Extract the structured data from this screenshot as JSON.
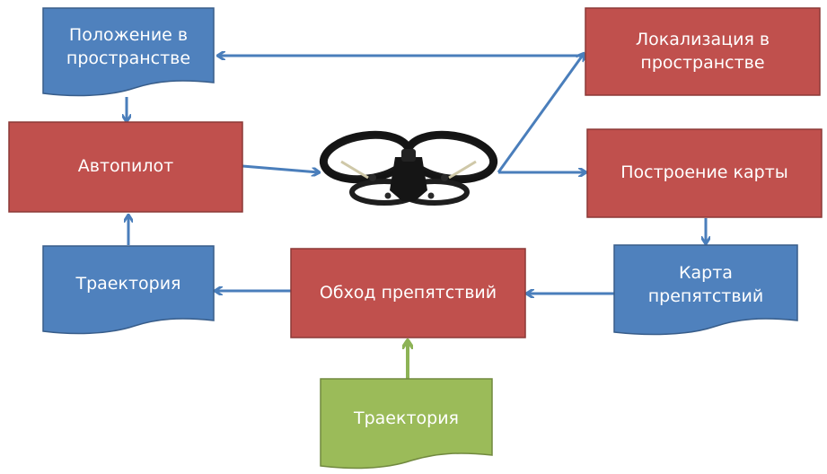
{
  "colors": {
    "process_fill": "#c0504d",
    "process_stroke": "#8c3836",
    "document_fill": "#4f81bd",
    "document_stroke": "#385d8a",
    "input_fill": "#9bbb59",
    "input_stroke": "#71893f",
    "arrow_blue": "#4a7ebb",
    "arrow_green": "#8db356"
  },
  "nodes": {
    "position_in_space": {
      "label": "Положение в пространстве",
      "kind": "document"
    },
    "localization": {
      "label": "Локализация в пространстве",
      "kind": "process"
    },
    "autopilot": {
      "label": "Автопилот",
      "kind": "process"
    },
    "drone": {
      "label": "",
      "kind": "image",
      "icon": "quadcopter-drone"
    },
    "map_building": {
      "label": "Построение карты",
      "kind": "process"
    },
    "trajectory_out": {
      "label": "Траектория",
      "kind": "document"
    },
    "obstacle_avoidance": {
      "label": "Обход препятствий",
      "kind": "process"
    },
    "obstacle_map": {
      "label": "Карта препятствий",
      "kind": "document"
    },
    "trajectory_in": {
      "label": "Траектория",
      "kind": "input-document"
    }
  },
  "edges": [
    {
      "from": "localization",
      "to": "position_in_space"
    },
    {
      "from": "position_in_space",
      "to": "autopilot"
    },
    {
      "from": "autopilot",
      "to": "drone"
    },
    {
      "from": "drone",
      "to": "localization"
    },
    {
      "from": "drone",
      "to": "map_building"
    },
    {
      "from": "map_building",
      "to": "obstacle_map"
    },
    {
      "from": "obstacle_map",
      "to": "obstacle_avoidance"
    },
    {
      "from": "obstacle_avoidance",
      "to": "trajectory_out"
    },
    {
      "from": "trajectory_out",
      "to": "autopilot"
    },
    {
      "from": "trajectory_in",
      "to": "obstacle_avoidance"
    }
  ]
}
